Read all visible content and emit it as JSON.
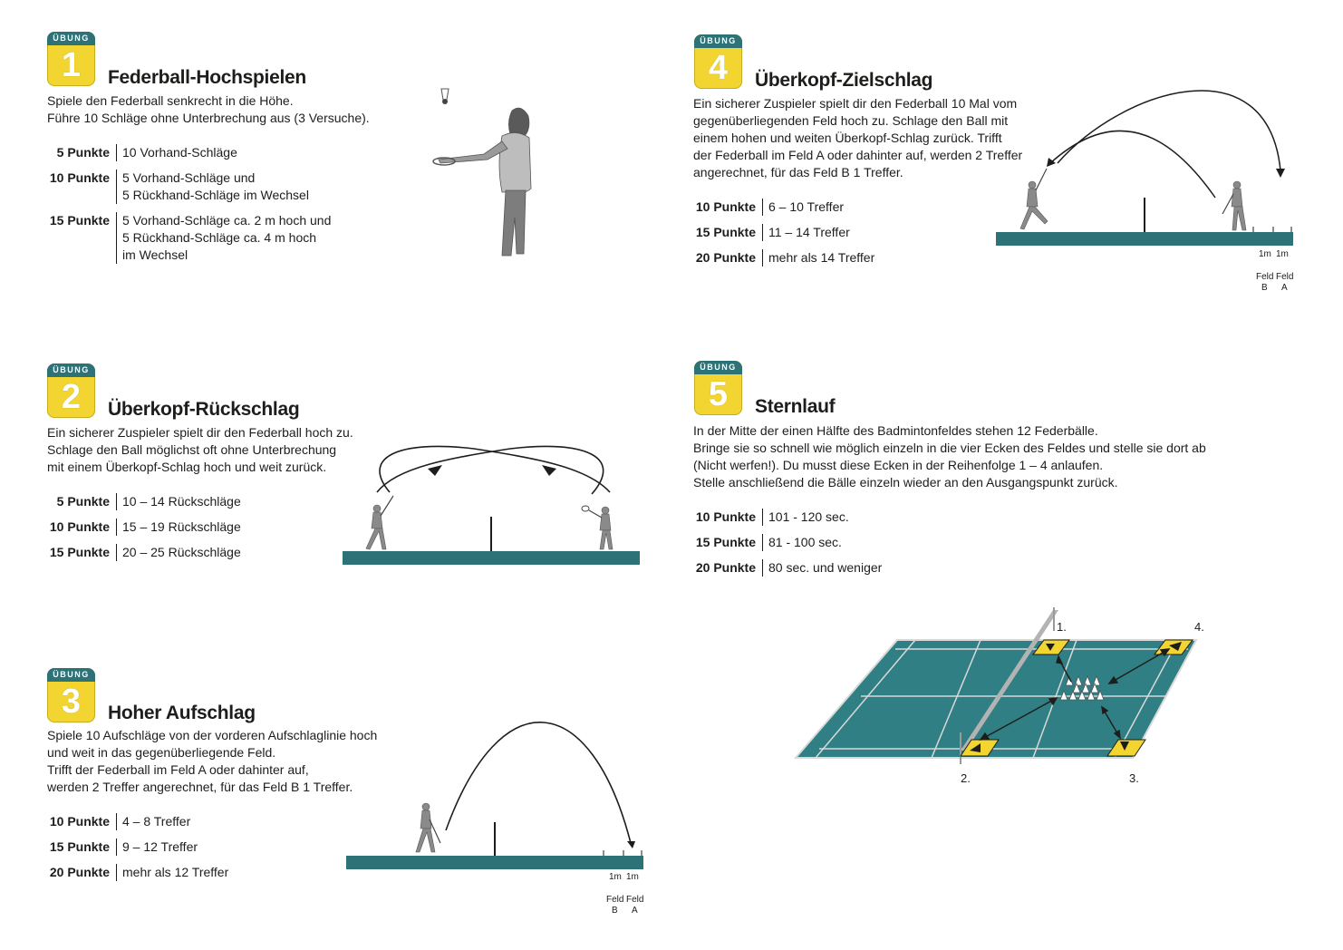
{
  "badge_label": "ÜBUNG",
  "colors": {
    "badge_yellow": "#f2d530",
    "badge_teal": "#2c7277",
    "court_teal": "#2c7277",
    "court_fill": "#2f7f84",
    "cone_yellow": "#f2d530"
  },
  "exercises": [
    {
      "number": "1",
      "title": "Federball-Hochspielen",
      "description": "Spiele den Federball senkrecht in die Höhe.\nFühre 10 Schläge ohne Unterbrechung aus (3 Versuche).",
      "scores": [
        {
          "points": "5 Punkte",
          "value": "10 Vorhand-Schläge"
        },
        {
          "points": "10 Punkte",
          "value": "5 Vorhand-Schläge und\n5 Rückhand-Schläge im Wechsel"
        },
        {
          "points": "15 Punkte",
          "value": "5 Vorhand-Schläge ca. 2 m hoch und\n5 Rückhand-Schläge ca. 4 m hoch\nim Wechsel"
        }
      ]
    },
    {
      "number": "2",
      "title": "Überkopf-Rückschlag",
      "description": "Ein sicherer Zuspieler spielt dir den Federball hoch zu.\nSchlage den Ball möglichst oft ohne Unterbrechung\nmit einem Überkopf-Schlag hoch und weit zurück.",
      "scores": [
        {
          "points": "5 Punkte",
          "value": "10 – 14  Rückschläge"
        },
        {
          "points": "10 Punkte",
          "value": "15 – 19  Rückschläge"
        },
        {
          "points": "15 Punkte",
          "value": "20 – 25  Rückschläge"
        }
      ]
    },
    {
      "number": "3",
      "title": "Hoher Aufschlag",
      "description": "Spiele 10 Aufschläge von der vorderen Aufschlaglinie hoch\nund weit in das gegenüberliegende Feld.\nTrifft der Federball im Feld A oder dahinter auf,\nwerden 2 Treffer angerechnet, für das Feld B 1 Treffer.",
      "scores": [
        {
          "points": "10 Punkte",
          "value": "4 – 8 Treffer"
        },
        {
          "points": "15 Punkte",
          "value": "9 – 12 Treffer"
        },
        {
          "points": "20 Punkte",
          "value": "mehr als 12 Treffer"
        }
      ],
      "diagram": {
        "dist_b": "1m",
        "dist_a": "1m",
        "field_b": "Feld\nB",
        "field_a": "Feld\nA"
      }
    },
    {
      "number": "4",
      "title": "Überkopf-Zielschlag",
      "description": "Ein sicherer Zuspieler spielt dir den Federball 10 Mal vom\ngegenüberliegenden Feld hoch zu. Schlage den Ball mit\neinem hohen und weiten Überkopf-Schlag zurück. Trifft\nder Federball im Feld A oder dahinter auf, werden 2 Treffer\nangerechnet, für das Feld B 1 Treffer.",
      "scores": [
        {
          "points": "10 Punkte",
          "value": "6 – 10 Treffer"
        },
        {
          "points": "15 Punkte",
          "value": "11 – 14 Treffer"
        },
        {
          "points": "20 Punkte",
          "value": "mehr als 14 Treffer"
        }
      ],
      "diagram": {
        "dist_b": "1m",
        "dist_a": "1m",
        "field_b": "Feld\nB",
        "field_a": "Feld\nA"
      }
    },
    {
      "number": "5",
      "title": "Sternlauf",
      "description": "In der Mitte der einen Hälfte des Badmintonfeldes stehen 12 Federbälle.\nBringe sie so schnell wie möglich einzeln in die vier Ecken des Feldes und stelle sie dort ab\n(Nicht werfen!). Du musst diese Ecken in der Reihenfolge 1 – 4 anlaufen.\nStelle anschließend die Bälle einzeln wieder an den Ausgangspunkt zurück.",
      "scores": [
        {
          "points": "10 Punkte",
          "value": "101 - 120 sec."
        },
        {
          "points": "15 Punkte",
          "value": "81 -  100 sec."
        },
        {
          "points": "20 Punkte",
          "value": "80 sec. und weniger"
        }
      ],
      "diagram": {
        "corners": [
          "1.",
          "2.",
          "3.",
          "4."
        ]
      }
    }
  ]
}
